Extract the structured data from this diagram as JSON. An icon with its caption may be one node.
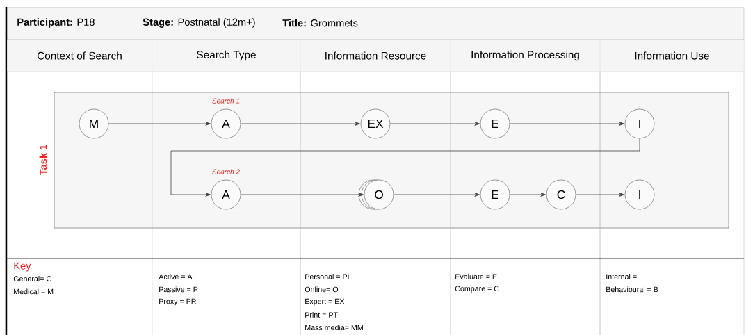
{
  "diagram": {
    "nodes": [
      {
        "text": [
          "Task 1"
        ]
      },
      {
        "text": [
          "M"
        ],
        "in": 0
      },
      {
        "text": [
          "A"
        ],
        "in": 0,
        "beside": [
          "Search 1"
        ]
      },
      {
        "text": [
          "EX"
        ],
        "in": 0
      },
      {
        "text": [
          "E"
        ],
        "in": 0
      },
      {
        "text": [
          "I"
        ],
        "in": 0
      },
      {
        "text": [
          "A"
        ],
        "in": 0,
        "beside": [
          "Search 2"
        ]
      },
      {
        "text": [
          "O"
        ],
        "in": 0
      },
      {
        "text": [
          "E"
        ],
        "in": 0
      },
      {
        "text": [
          "C"
        ],
        "in": 0
      },
      {
        "text": [
          "I"
        ],
        "in": 0
      }
    ],
    "edges": [
      {
        "from": 1,
        "to": 2,
        "arrow": "to"
      },
      {
        "from": 2,
        "to": 3,
        "arrow": "to"
      },
      {
        "from": 3,
        "to": 4,
        "arrow": "to"
      },
      {
        "from": 4,
        "to": 5,
        "arrow": "to"
      },
      {
        "from": 5,
        "to": 6,
        "arrow": "to"
      },
      {
        "from": 6,
        "to": 7,
        "arrow": "to"
      },
      {
        "from": 7,
        "to": 8,
        "arrow": "to"
      },
      {
        "from": 8,
        "to": 9,
        "arrow": "to"
      },
      {
        "from": 9,
        "to": 10,
        "arrow": "to"
      }
    ],
    "labels": [
      "**Participant:** P18",
      "**Stage:** Postnatal (12m+)",
      "**Title:** Grommets",
      "Context of Search",
      "Search Type",
      "Information Resource",
      "Information Processing",
      "Information Use",
      "Key",
      "General= G",
      "Medical = M",
      "Active = A",
      "Passive = P",
      "Proxy = PR",
      "Personal = PL",
      "Online= O",
      "Expert = EX",
      "Print = PT",
      "Mass media= MM",
      "Evaluate = E",
      "Compare = C",
      "Internal = I",
      "Behavioural = B"
    ]
  }
}
